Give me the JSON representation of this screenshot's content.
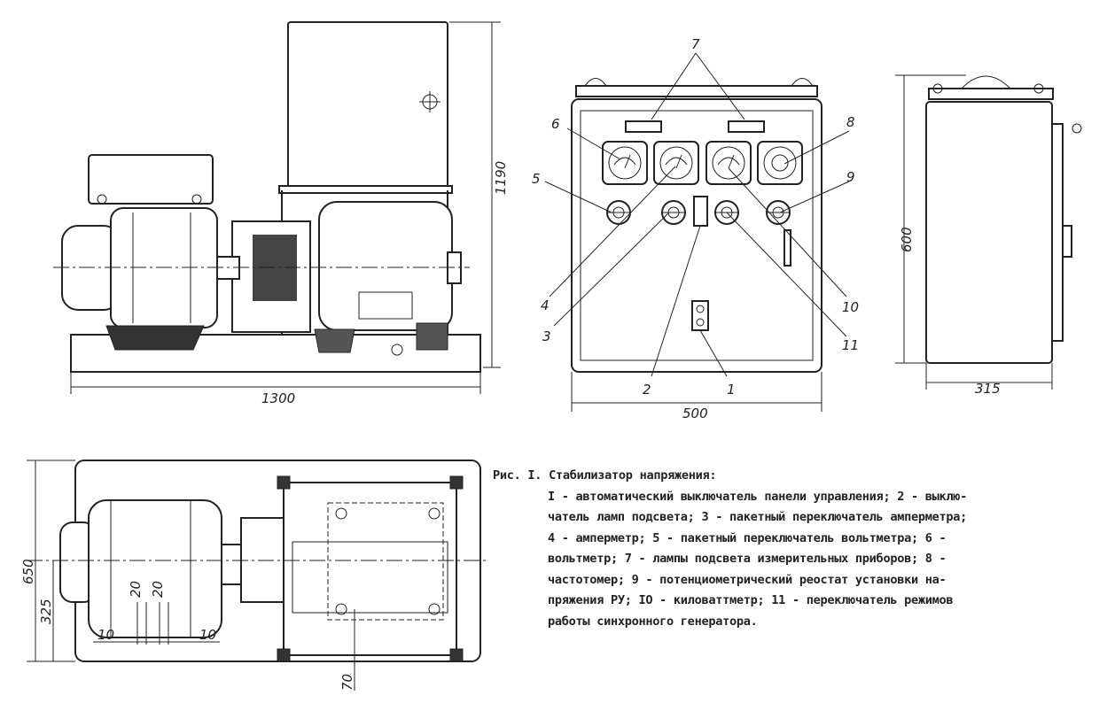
{
  "dimensions": {
    "side_height": "1190",
    "side_length": "1300",
    "panel_width": "500",
    "panel_height": "600",
    "panel_depth": "315",
    "plan_width": "650",
    "plan_half": "325",
    "offset_a": "20",
    "offset_b": "20",
    "offset_c": "10",
    "offset_d": "10",
    "offset_e": "70"
  },
  "callouts": [
    "1",
    "2",
    "3",
    "4",
    "5",
    "6",
    "7",
    "8",
    "9",
    "10",
    "11"
  ],
  "caption": {
    "title": "Рис. I. Стабилизатор напряжения:",
    "lines": [
      "I - автоматический выключатель панели управления; 2 - выклю-",
      "чатель ламп подсвета; 3 - пакетный переключатель амперметра;",
      "4 - амперметр; 5 - пакетный переключатель вольтметра; 6 -",
      "вольтметр; 7 - лампы подсвета измерительных приборов; 8 -",
      "частотомер; 9 - потенциометрический реостат установки на-",
      "пряжения РУ; IO - киловаттметр; 11 - переключатель режимов",
      "работы синхронного генератора."
    ]
  }
}
